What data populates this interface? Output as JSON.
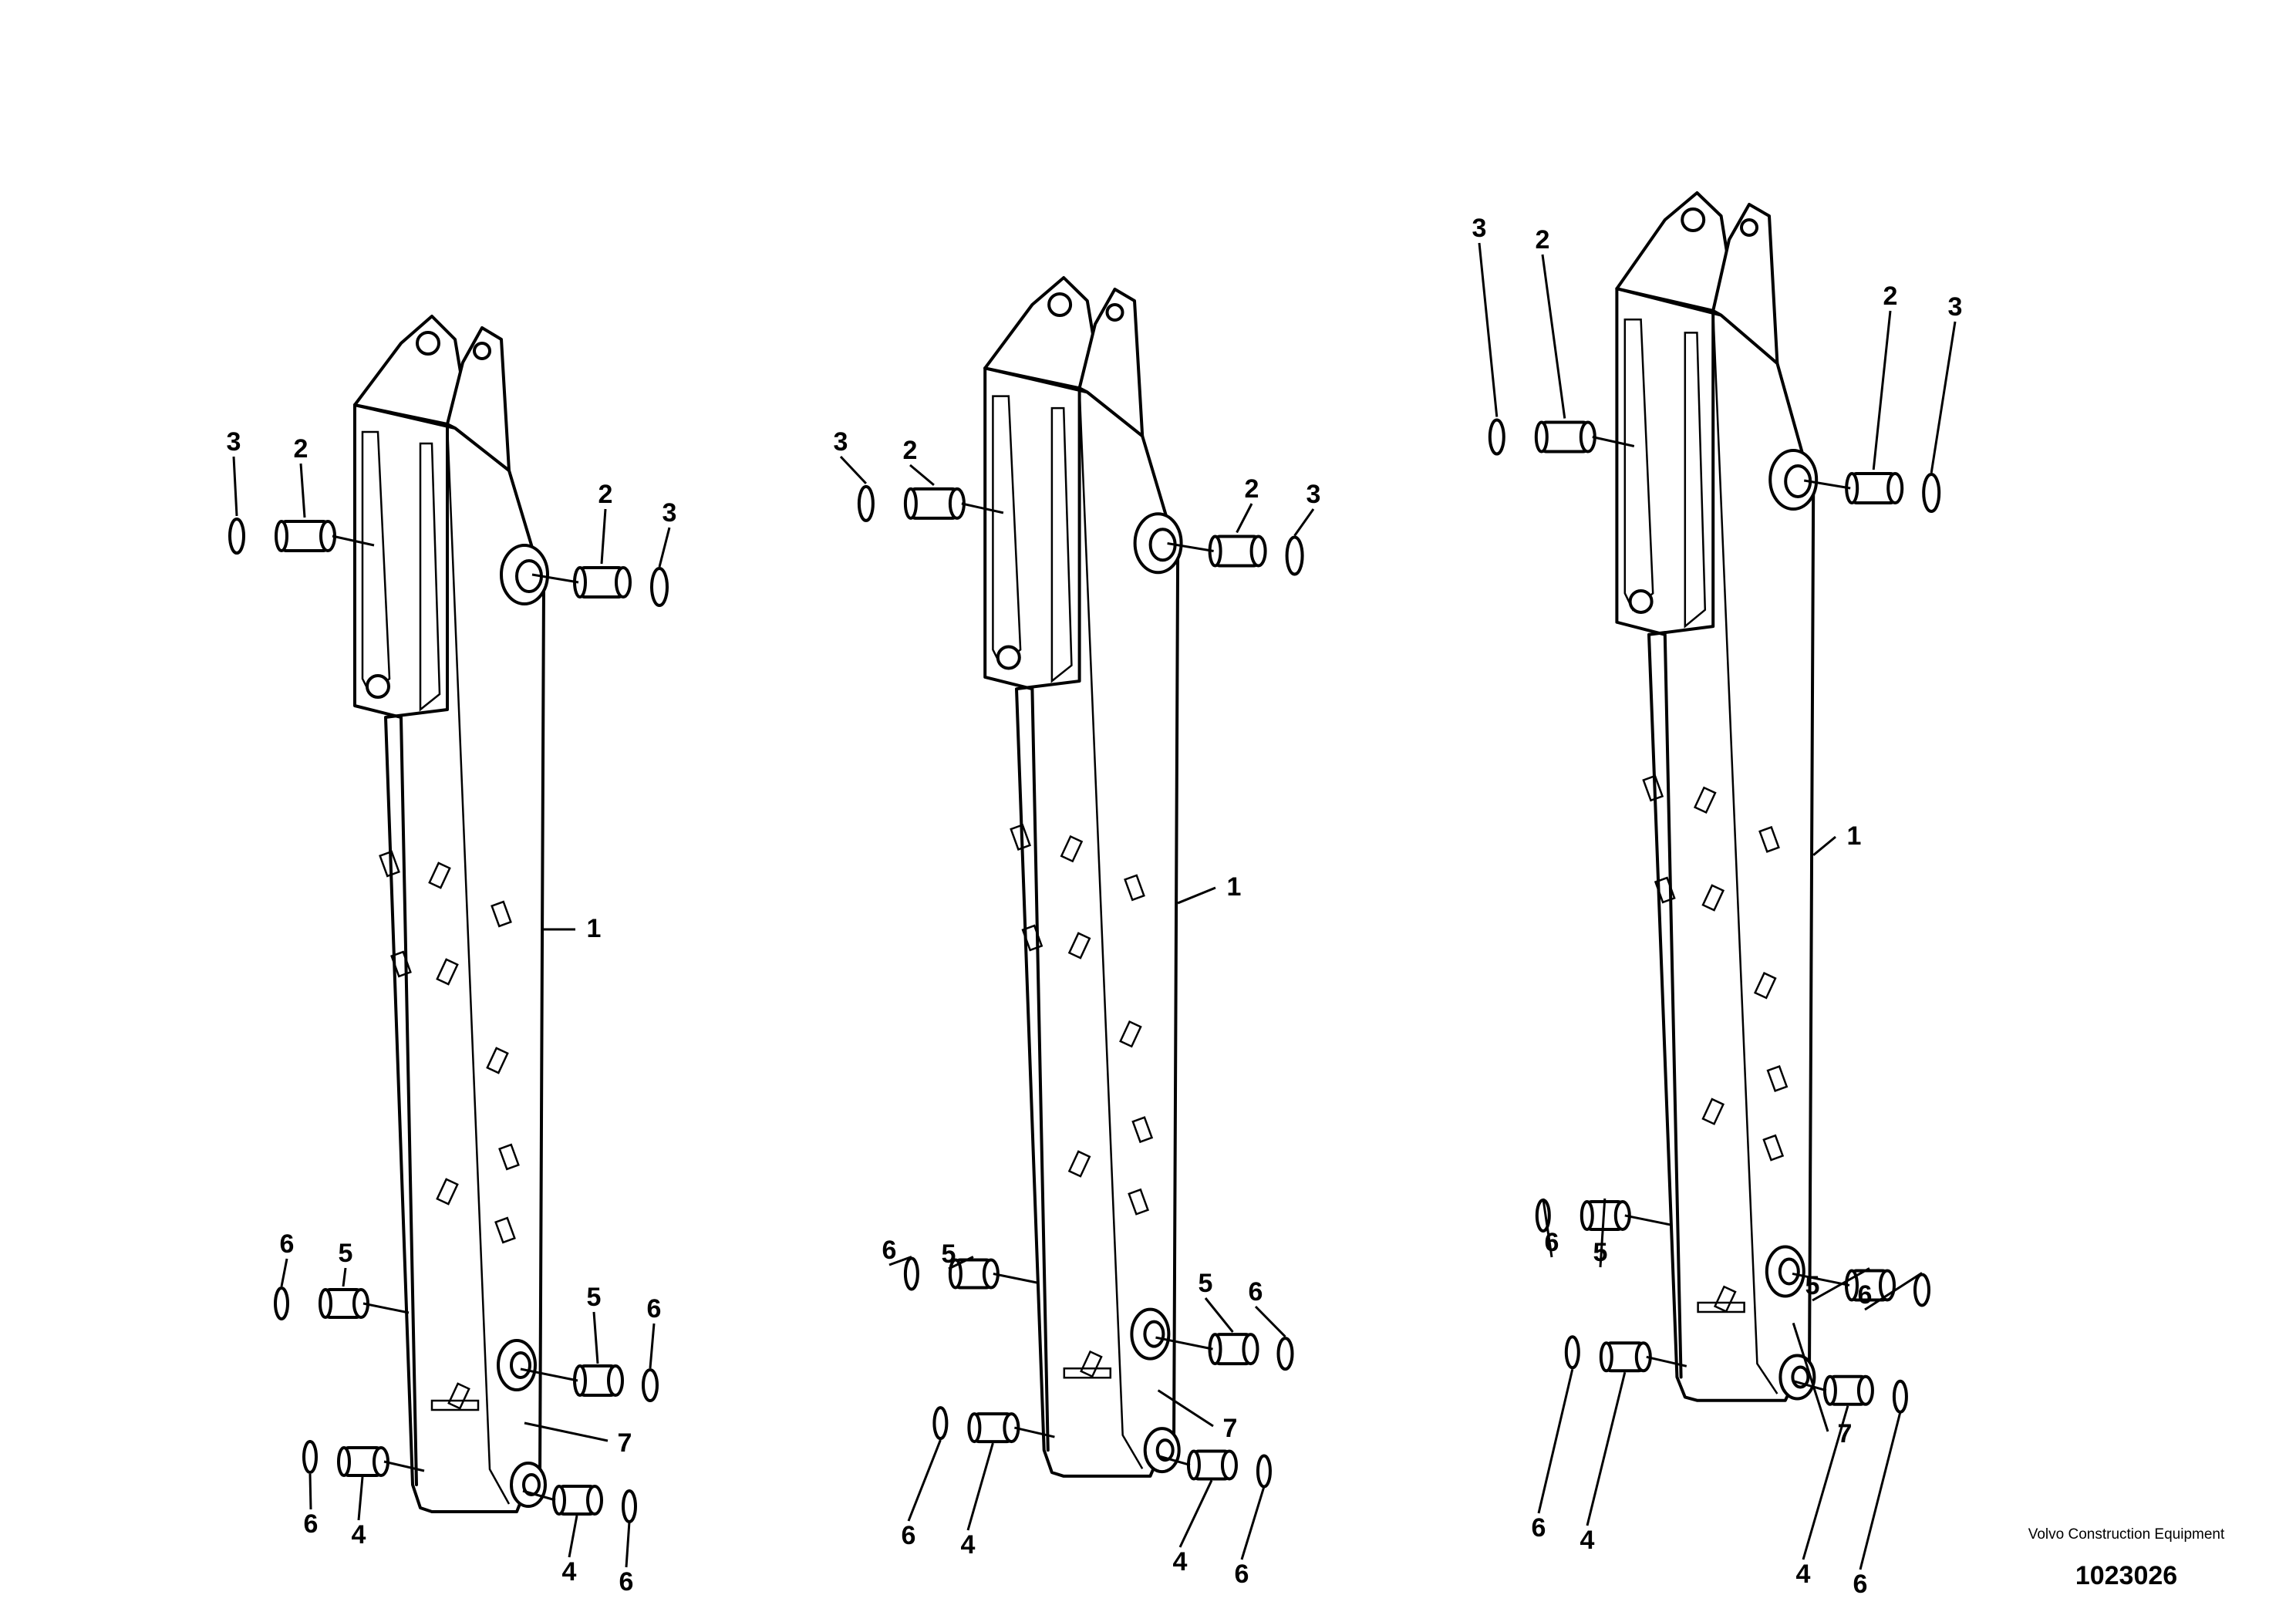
{
  "diagram": {
    "title": "",
    "brand": "Volvo Construction Equipment",
    "illustration_number": "1023026",
    "callout_labels": [
      "1",
      "2",
      "3",
      "4",
      "5",
      "6",
      "7"
    ]
  },
  "boom_variants": [
    {
      "callouts": {
        "body": "1",
        "bushing_left": "2",
        "ring_left": "3",
        "bushing_right": "2",
        "ring_right": "3",
        "seal_mid_left": "6",
        "bushing_mid_left": "5",
        "bushing_mid_right": "5",
        "seal_mid_right": "6",
        "grease": "7",
        "seal_low_left": "6",
        "bushing_low_left": "4",
        "bushing_low_right": "4",
        "seal_low_right": "6"
      }
    },
    {
      "callouts": {
        "body": "1",
        "bushing_left": "2",
        "ring_left": "3",
        "bushing_right": "2",
        "ring_right": "3",
        "seal_mid_left": "6",
        "bushing_mid_left": "5",
        "bushing_mid_right": "5",
        "seal_mid_right": "6",
        "grease": "7",
        "seal_low_left": "6",
        "bushing_low_left": "4",
        "bushing_low_right": "4",
        "seal_low_right": "6"
      }
    },
    {
      "callouts": {
        "body": "1",
        "bushing_left": "2",
        "ring_left": "3",
        "bushing_right": "2",
        "ring_right": "3",
        "seal_mid_left": "6",
        "bushing_mid_left": "5",
        "bushing_mid_right": "5",
        "seal_mid_right": "6",
        "grease": "7",
        "seal_low_left": "6",
        "bushing_low_left": "4",
        "bushing_low_right": "4",
        "seal_low_right": "6"
      }
    }
  ]
}
